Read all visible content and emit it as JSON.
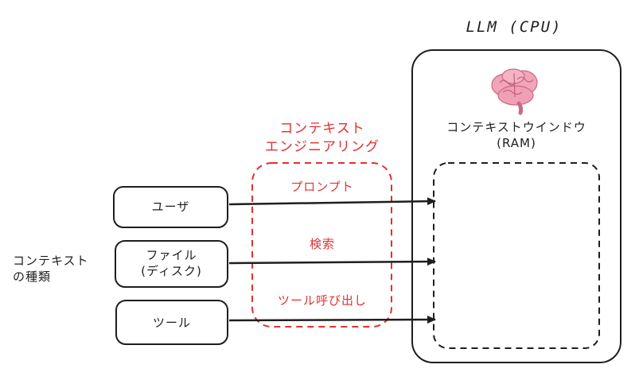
{
  "llm_title": "LLM (CPU)",
  "context_window": {
    "line1": "コンテキストウインドウ",
    "line2": "(RAM)"
  },
  "context_engineering": {
    "line1": "コンテキスト",
    "line2": "エンジニアリング"
  },
  "context_types": {
    "line1": "コンテキスト",
    "line2": "の種類"
  },
  "sources": [
    {
      "line1": "ユーザ",
      "line2": ""
    },
    {
      "line1": "ファイル",
      "line2": "(ディスク)"
    },
    {
      "line1": "ツール",
      "line2": ""
    }
  ],
  "methods": [
    "プロンプト",
    "検索",
    "ツール呼び出し"
  ],
  "colors": {
    "stroke": "#1e1e1e",
    "accent": "#e03131",
    "brain": "#f2a4b8"
  },
  "icons": {
    "llm": "brain-icon"
  }
}
